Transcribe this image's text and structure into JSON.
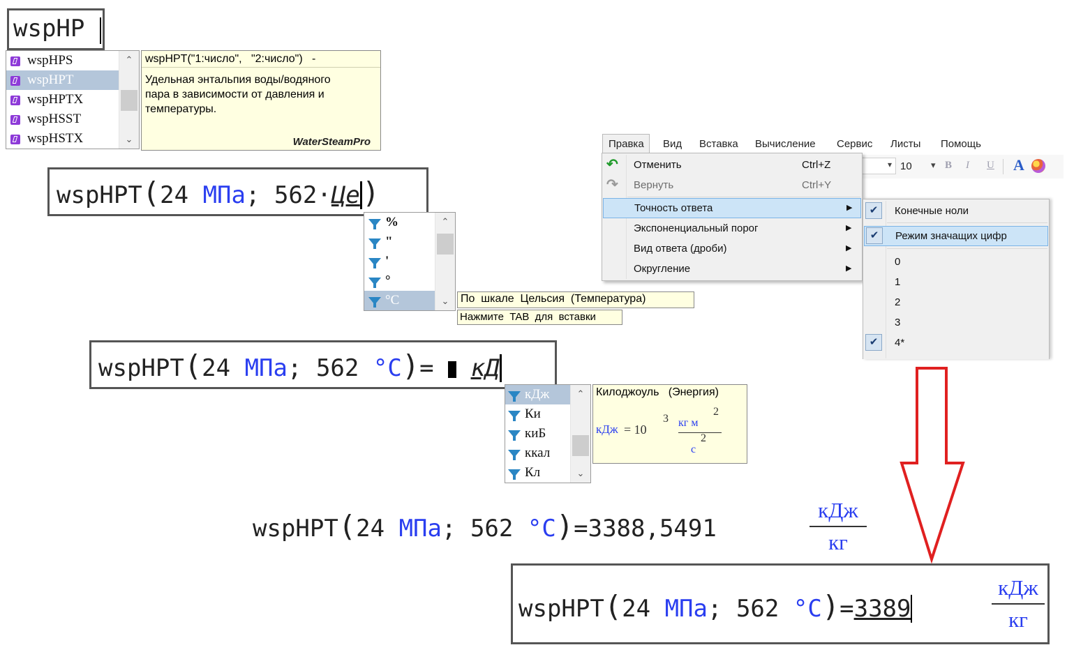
{
  "box1": {
    "text": "wspHP"
  },
  "autocomplete_functions": {
    "items": [
      "wspHPS",
      "wspHPT",
      "wspHPTX",
      "wspHSST",
      "wspHSTX"
    ],
    "selected_index": 1
  },
  "function_tooltip": {
    "signature": "wspHPT(\"1:число\",   \"2:число\")   -",
    "description_lines": [
      "Удельная энтальпия воды/водяного",
      "пара в зависимости от давления и",
      "температуры."
    ],
    "source": "WaterSteamPro"
  },
  "expr1": {
    "fn": "wspHPT",
    "p": "24",
    "unit1": "МПа",
    "sep": ";",
    "t": "562",
    "dot": "·",
    "typed": "Це"
  },
  "units_list1": {
    "items": [
      "%",
      "\"",
      "'",
      "°",
      "°C"
    ],
    "selected_index": 4
  },
  "units_tooltip1": {
    "title": "По  шкале  Цельсия  (Температура)",
    "hint": "Нажмите  TAB  для  вставки"
  },
  "expr2": {
    "fn": "wspHPT",
    "p": "24",
    "unit1": "МПа",
    "sep": ";",
    "t": "562",
    "unit2": "°C",
    "eq": "=",
    "typed": "кД"
  },
  "units_list2": {
    "items": [
      "кДж",
      "Ки",
      "киБ",
      "ккал",
      "Кл"
    ],
    "selected_index": 0
  },
  "units_tooltip2": {
    "title": "Килоджоуль   (Энергия)",
    "lhs": "кДж",
    "eq": "= 10",
    "exp": "3",
    "num": "кг м",
    "num_exp": "2",
    "den": "с",
    "den_exp": "2"
  },
  "result1": {
    "fn": "wspHPT",
    "p": "24",
    "unit1": "МПа",
    "sep": ";",
    "t": "562",
    "unit2": "°C",
    "eq": "=",
    "value": "3388,5491",
    "unit_num": "кДж",
    "unit_den": "кг"
  },
  "result2": {
    "fn": "wspHPT",
    "p": "24",
    "unit1": "МПа",
    "sep": ";",
    "t": "562",
    "unit2": "°C",
    "eq": "=",
    "value": "3389",
    "unit_num": "кДж",
    "unit_den": "кг"
  },
  "menubar": {
    "items": [
      "Правка",
      "Вид",
      "Вставка",
      "Вычисление",
      "Сервис",
      "Листы",
      "Помощь"
    ],
    "active_index": 0
  },
  "toolbar": {
    "font_size": "10",
    "bold": "B",
    "italic": "I",
    "underline": "U",
    "font_color": "A"
  },
  "edit_menu": {
    "items": [
      {
        "label": "Отменить",
        "shortcut": "Ctrl+Z",
        "icon": "undo-icon",
        "enabled": true
      },
      {
        "label": "Вернуть",
        "shortcut": "Ctrl+Y",
        "icon": "redo-icon",
        "enabled": false
      },
      {
        "label": "Точность ответа",
        "submenu": true,
        "highlighted": true
      },
      {
        "label": "Экспоненциальный порог",
        "submenu": true
      },
      {
        "label": "Вид ответа (дроби)",
        "submenu": true
      },
      {
        "label": "Округление",
        "submenu": true
      }
    ]
  },
  "precision_submenu": {
    "items": [
      {
        "label": "Конечные ноли",
        "checked": true
      },
      {
        "label": "Режим значащих цифр",
        "checked": true,
        "highlighted": true
      },
      {
        "label": "0",
        "checked": false
      },
      {
        "label": "1",
        "checked": false
      },
      {
        "label": "2",
        "checked": false
      },
      {
        "label": "3",
        "checked": false
      },
      {
        "label": "4*",
        "checked": true
      }
    ]
  },
  "colors": {
    "unit_blue": "#2a3ef0",
    "arrow_red": "#e02020",
    "menu_highlight": "#cce4f7",
    "tooltip_bg": "#ffffe1"
  }
}
